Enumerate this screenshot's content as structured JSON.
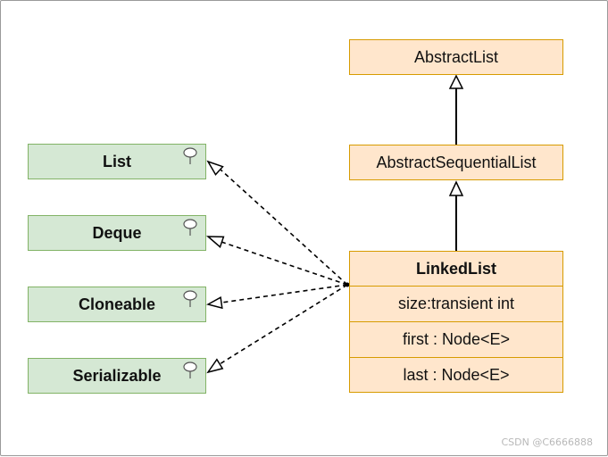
{
  "interfaces": [
    {
      "id": "list",
      "label": "List"
    },
    {
      "id": "deque",
      "label": "Deque"
    },
    {
      "id": "cloneable",
      "label": "Cloneable"
    },
    {
      "id": "serializable",
      "label": "Serializable"
    }
  ],
  "classes": {
    "abstract_list": "AbstractList",
    "abstract_sequential_list": "AbstractSequentialList",
    "linked_list": {
      "name": "LinkedList",
      "fields": [
        "size:transient int",
        "first : Node<E>",
        "last : Node<E>"
      ]
    }
  },
  "relations": {
    "inheritance": "solid line, hollow triangle arrowhead",
    "realization": "dashed line, open arrowhead"
  },
  "colors": {
    "interface_fill": "#d5e8d4",
    "interface_stroke": "#82b366",
    "class_fill": "#ffe6cc",
    "class_stroke": "#d79b00"
  },
  "watermark": "CSDN @C6666888"
}
